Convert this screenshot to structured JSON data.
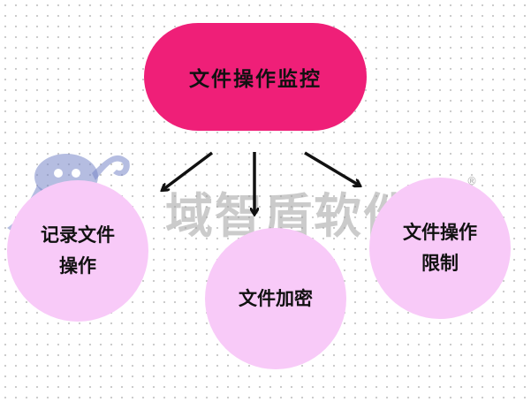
{
  "diagram": {
    "root": {
      "label": "文件操作监控"
    },
    "children": [
      {
        "lines": [
          "记录文件",
          "操作"
        ]
      },
      {
        "lines": [
          "文件加密"
        ]
      },
      {
        "lines": [
          "文件操作",
          "限制"
        ]
      }
    ]
  },
  "watermark": {
    "text": "域智盾软件",
    "mark": "®"
  },
  "colors": {
    "root_fill": "#ef1f78",
    "child_fill": "#f8caf8",
    "arrow": "#111111"
  }
}
